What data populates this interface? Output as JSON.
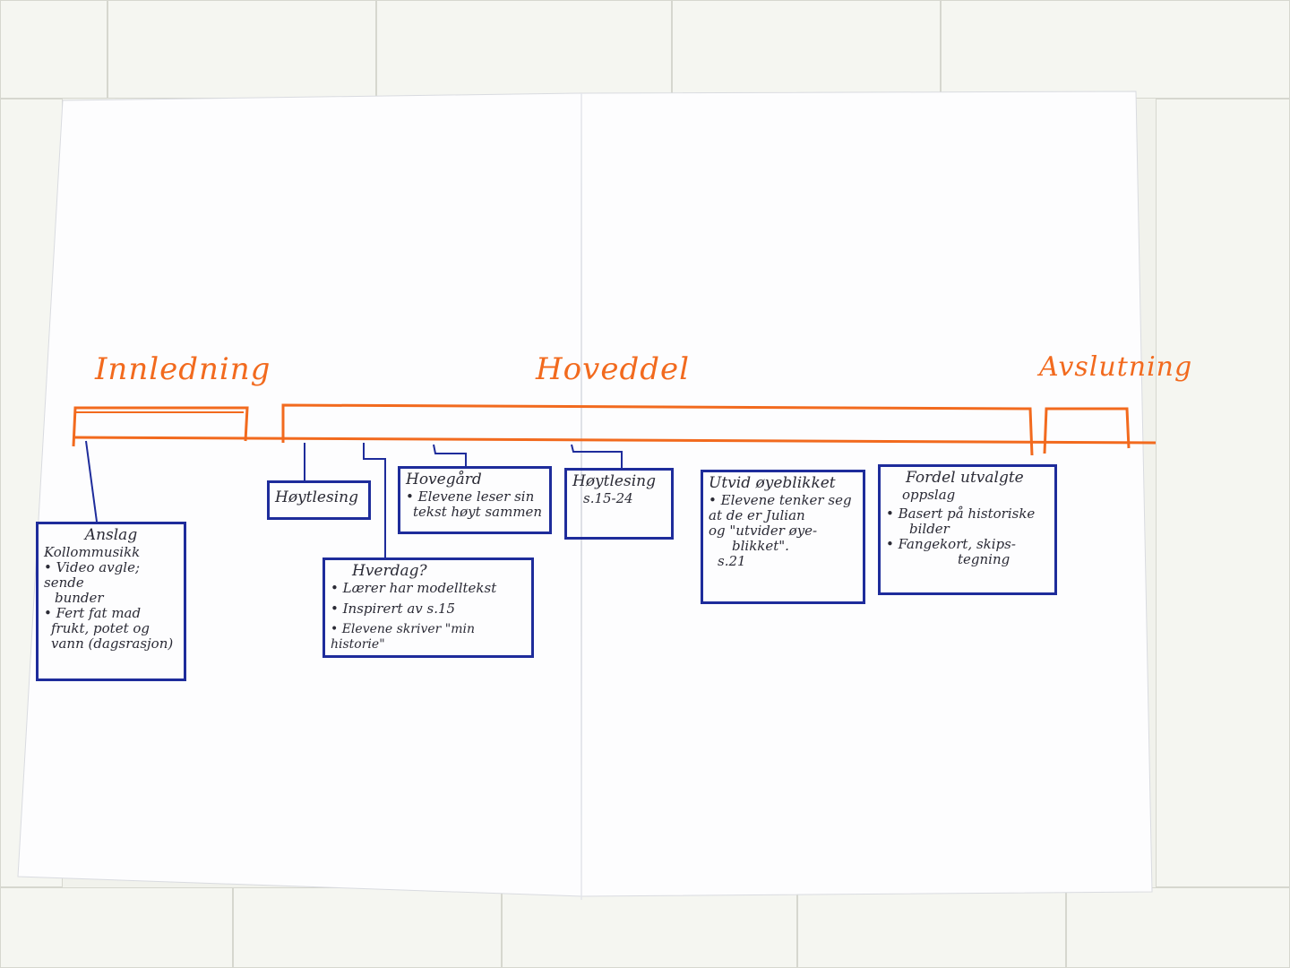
{
  "timeline": {
    "sections": {
      "innledning": "Innledning",
      "hoveddel": "Hoveddel",
      "avslutning": "Avslutning"
    },
    "line_color": "#f26a1e",
    "box_color": "#1e2c9b"
  },
  "boxes": {
    "anslag": {
      "title": "Anslag",
      "lines": [
        "Kollommusikk",
        "• Video avgle; sende",
        "bunder",
        "• Fert fat mad",
        "frukt, potet og",
        "vann (dagsrasjon)"
      ]
    },
    "hoytlesing1": {
      "title": "Høytlesing"
    },
    "hverdag": {
      "title": "Hverdag?",
      "lines": [
        "• Lærer har modelltekst",
        "• Inspirert av s.15",
        "• Elevene skriver \"min historie\""
      ]
    },
    "hovegard": {
      "title": "Hovegård",
      "lines": [
        "• Elevene leser sin",
        "tekst høyt sammen"
      ]
    },
    "hoytlesing2": {
      "title": "Høytlesing",
      "lines": [
        "s.15-24"
      ]
    },
    "utvid": {
      "title": "Utvid øyeblikket",
      "lines": [
        "• Elevene tenker seg",
        "at de er Julian",
        "og \"utvider øye-",
        "blikket\".",
        "s.21"
      ]
    },
    "fordel": {
      "title": "Fordel utvalgte",
      "lines": [
        "oppslag",
        "• Basert på historiske",
        "bilder",
        "• Fangekort, skips-",
        "tegning"
      ]
    }
  }
}
